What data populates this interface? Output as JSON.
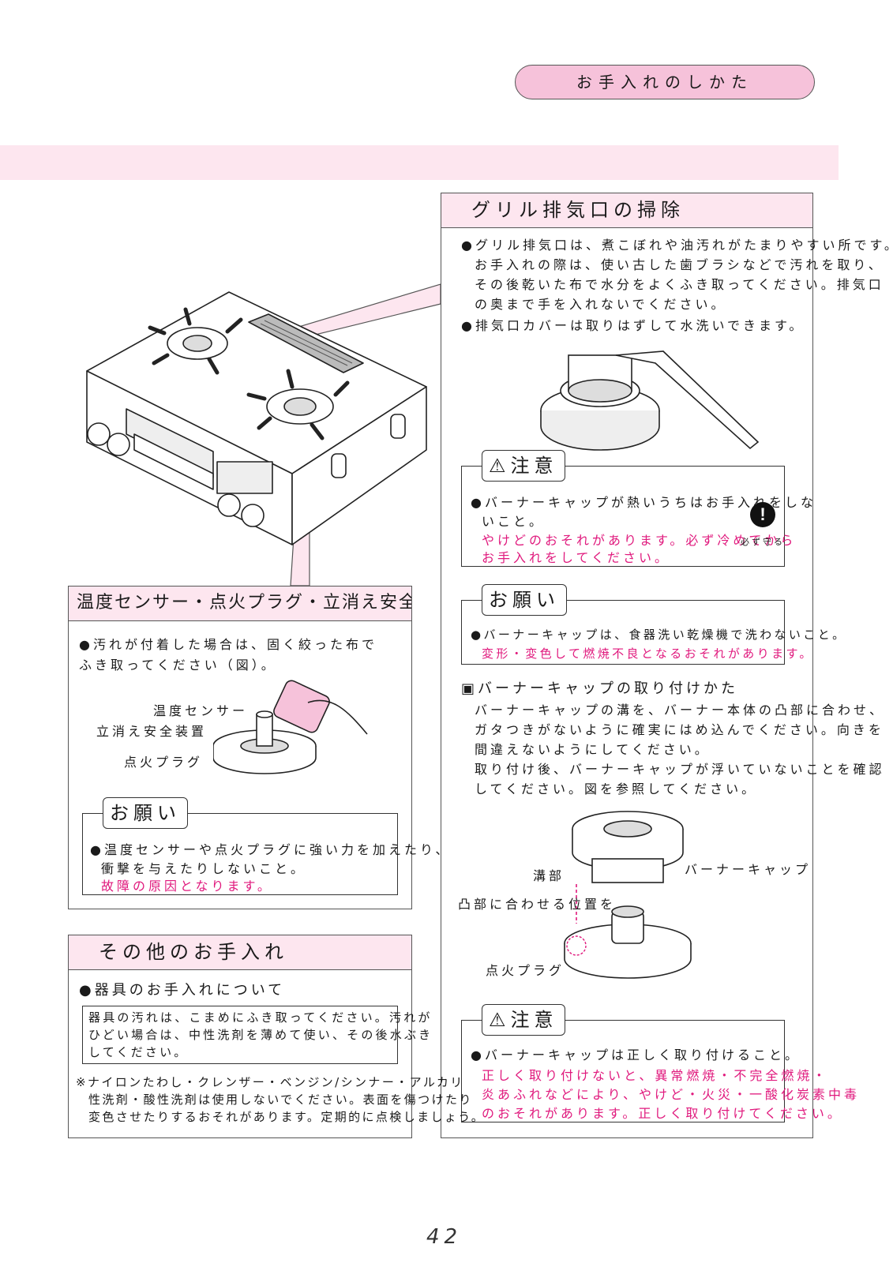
{
  "header": {
    "tab_label": "お手入れのしかた"
  },
  "right_panel": {
    "title": "グリル排気口の掃除",
    "bullets": [
      "グリル排気口は、煮こぼれや油汚れがたまりやすい所です。",
      "お手入れの際は、使い古した歯ブラシなどで汚れを取り、",
      "その後乾いた布で水分をよくふき取ってください。排気口",
      "の奥まで手を入れないでください。",
      "排気口カバーは取りはずして水洗いできます。"
    ],
    "caution": {
      "label": "注意",
      "line1": "バーナーキャップが熱いうちはお手入れをしな",
      "line2": "いこと。",
      "pink1": "やけどのおそれがあります。必ず冷めてから",
      "pink2": "お手入れをしてください。",
      "icon_label": "必ず守る"
    },
    "notice": {
      "label": "お願い",
      "line1": "バーナーキャップは、食器洗い乾燥機で洗わないこと。",
      "pink1": "変形・変色して燃焼不良となるおそれがあります。"
    },
    "burner_section": {
      "heading": "バーナーキャップの取り付けかた",
      "lines": [
        "バーナーキャップの溝を、バーナー本体の凸部に合わせ、",
        "ガタつきがないように確実にはめ込んでください。向きを",
        "間違えないようにしてください。",
        "取り付け後、バーナーキャップが浮いていないことを確認",
        "してください。図を参照してください。"
      ]
    },
    "burner_labels": {
      "cap": "バーナーキャップ",
      "notch": "溝部",
      "align": "凸部に合わせる位置を",
      "convex": "点火プラグ"
    },
    "caution2": {
      "label": "注意",
      "line1": "バーナーキャップは正しく取り付けること。",
      "pink1": "正しく取り付けないと、異常燃焼・不完全燃焼・",
      "pink2": "炎あふれなどにより、やけど・火災・一酸化炭素中毒",
      "pink3": "のおそれがあります。正しく取り付けてください。"
    }
  },
  "left_panel": {
    "title": "温度センサー・点火プラグ・立消え安全装置",
    "bullets": [
      "汚れが付着した場合は、固く絞った布で",
      "ふき取ってください（図）。"
    ],
    "labels": {
      "sensor": "温度センサー",
      "ignition": "立消え安全装置",
      "plug": "点火プラグ"
    },
    "notice": {
      "label": "お願い",
      "line1": "温度センサーや点火プラグに強い力を加えたり、",
      "line2": "衝撃を与えたりしないこと。",
      "pink1": "故障の原因となります。"
    }
  },
  "bottom_panel": {
    "title": "その他のお手入れ",
    "bullet": "器具のお手入れについて",
    "box_lines": [
      "器具の汚れは、こまめにふき取ってください。汚れが",
      "ひどい場合は、中性洗剤を薄めて使い、その後水ぶき",
      "してください。"
    ],
    "notes": [
      "※ナイロンたわし・クレンザー・ベンジン/シンナー・アルカリ",
      "性洗剤・酸性洗剤は使用しないでください。表面を傷つけたり",
      "変色させたりするおそれがあります。定期的に点検しましょう。"
    ]
  },
  "page": {
    "number": "42"
  },
  "colors": {
    "pink_accent": "#e0197d",
    "tab_fill": "#f6c2da",
    "band_fill": "#fde6ef"
  }
}
